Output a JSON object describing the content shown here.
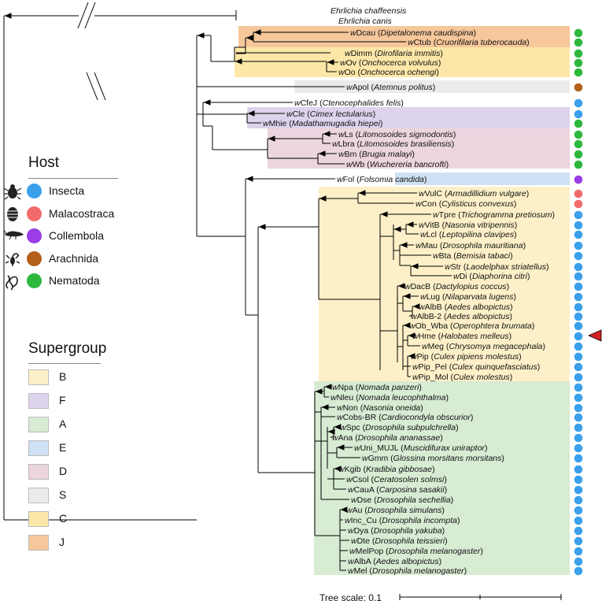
{
  "host_legend": {
    "title": "Host",
    "items": [
      {
        "label": "Insecta",
        "color": "#3aa0ec",
        "icon": "beetle-icon"
      },
      {
        "label": "Malacostraca",
        "color": "#f26b6b",
        "icon": "isopod-icon"
      },
      {
        "label": "Collembola",
        "color": "#9a3de6",
        "icon": "springtail-icon"
      },
      {
        "label": "Arachnida",
        "color": "#b45f1a",
        "icon": "scorpion-icon"
      },
      {
        "label": "Nematoda",
        "color": "#2db83d",
        "icon": "worm-icon"
      }
    ]
  },
  "supergroup_legend": {
    "title": "Supergroup",
    "items": [
      {
        "label": "B",
        "color": "#fdf0c8"
      },
      {
        "label": "F",
        "color": "#ddd3ec"
      },
      {
        "label": "A",
        "color": "#d8ebd3"
      },
      {
        "label": "E",
        "color": "#cfe1f4"
      },
      {
        "label": "D",
        "color": "#ecd5de"
      },
      {
        "label": "S",
        "color": "#ebebeb"
      },
      {
        "label": "C",
        "color": "#fce7a8"
      },
      {
        "label": "J",
        "color": "#f6c79a"
      }
    ]
  },
  "tree_scale": {
    "label": "Tree scale: 0.1"
  },
  "taxa": [
    {
      "code": "",
      "species": "Ehrlichia chaffeensis",
      "supergroup": "",
      "host": ""
    },
    {
      "code": "",
      "species": "Ehrlichia canis",
      "supergroup": "",
      "host": ""
    },
    {
      "code": "wDcau",
      "species": "Dipetalonema caudispina",
      "supergroup": "J",
      "host": "Nematoda"
    },
    {
      "code": "wCtub",
      "species": "Cruorifilaria tuberocauda",
      "supergroup": "J",
      "host": "Nematoda"
    },
    {
      "code": "wDimm",
      "species": "Dirofilaria immitis",
      "supergroup": "C",
      "host": "Nematoda"
    },
    {
      "code": "wOv",
      "species": "Onchocerca volvulus",
      "supergroup": "C",
      "host": "Nematoda"
    },
    {
      "code": "wOo",
      "species": "Onchocerca ochengi",
      "supergroup": "C",
      "host": "Nematoda"
    },
    {
      "code": "wApol",
      "species": "Atemnus politus",
      "supergroup": "S",
      "host": "Arachnida"
    },
    {
      "code": "wCfeJ",
      "species": "Ctenocephalides felis",
      "supergroup": "",
      "host": "Insecta"
    },
    {
      "code": "wCle",
      "species": "Cimex lectularius",
      "supergroup": "F",
      "host": "Insecta"
    },
    {
      "code": "wMhie",
      "species": "Madathamugadia hiepei",
      "supergroup": "F",
      "host": "Nematoda"
    },
    {
      "code": "wLs",
      "species": "Litomosoides sigmodontis",
      "supergroup": "D",
      "host": "Nematoda"
    },
    {
      "code": "wLbra",
      "species": "Litomosoides brasiliensis",
      "supergroup": "D",
      "host": "Nematoda"
    },
    {
      "code": "wBm",
      "species": "Brugia malayi",
      "supergroup": "D",
      "host": "Nematoda"
    },
    {
      "code": "wWb",
      "species": "Wuchereria bancrofti",
      "supergroup": "D",
      "host": "Nematoda"
    },
    {
      "code": "wFol",
      "species": "Folsomia candida",
      "supergroup": "E",
      "host": "Collembola"
    },
    {
      "code": "wVulC",
      "species": "Armadillidium vulgare",
      "supergroup": "B",
      "host": "Malacostraca"
    },
    {
      "code": "wCon",
      "species": "Cylisticus convexus",
      "supergroup": "B",
      "host": "Malacostraca"
    },
    {
      "code": "wTpre",
      "species": "Trichogramma pretiosum",
      "supergroup": "B",
      "host": "Insecta"
    },
    {
      "code": "wVitB",
      "species": "Nasonia vitripennis",
      "supergroup": "B",
      "host": "Insecta"
    },
    {
      "code": "wLcl",
      "species": "Leptopilina clavipes",
      "supergroup": "B",
      "host": "Insecta"
    },
    {
      "code": "wMau",
      "species": "Drosophila mauritiana",
      "supergroup": "B",
      "host": "Insecta"
    },
    {
      "code": "wBta",
      "species": "Bemisia tabaci",
      "supergroup": "B",
      "host": "Insecta"
    },
    {
      "code": "wStr",
      "species": "Laodelphax striatellus",
      "supergroup": "B",
      "host": "Insecta"
    },
    {
      "code": "wDi",
      "species": "Diaphorina citri",
      "supergroup": "B",
      "host": "Insecta"
    },
    {
      "code": "wDacB",
      "species": "Dactylopius coccus",
      "supergroup": "B",
      "host": "Insecta"
    },
    {
      "code": "wLug",
      "species": "Nilaparvata lugens",
      "supergroup": "B",
      "host": "Insecta"
    },
    {
      "code": "wAlbB",
      "species": "Aedes albopictus",
      "supergroup": "B",
      "host": "Insecta"
    },
    {
      "code": "wAlbB-2",
      "species": "Aedes albopictus",
      "supergroup": "B",
      "host": "Insecta"
    },
    {
      "code": "wOb_Wba",
      "species": "Operophtera brumata",
      "supergroup": "B",
      "host": "Insecta"
    },
    {
      "code": "wHme",
      "species": "Halobates melleus",
      "supergroup": "B",
      "host": "Insecta",
      "highlighted": true
    },
    {
      "code": "wMeg",
      "species": "Chrysomya megacephala",
      "supergroup": "B",
      "host": "Insecta"
    },
    {
      "code": "wPip",
      "species": "Culex pipiens molestus",
      "supergroup": "B",
      "host": "Insecta"
    },
    {
      "code": "wPip_Pel",
      "species": "Culex quinquefasciatus",
      "supergroup": "B",
      "host": "Insecta"
    },
    {
      "code": "wPip_Mol",
      "species": "Culex molestus",
      "supergroup": "B",
      "host": "Insecta"
    },
    {
      "code": "wNpa",
      "species": "Nomada panzeri",
      "supergroup": "A",
      "host": "Insecta"
    },
    {
      "code": "wNleu",
      "species": "Nomada leucophthalma",
      "supergroup": "A",
      "host": "Insecta"
    },
    {
      "code": "wNon",
      "species": "Nasonia oneida",
      "supergroup": "A",
      "host": "Insecta"
    },
    {
      "code": "wCobs-BR",
      "species": "Cardiocondyla obscurior",
      "supergroup": "A",
      "host": "Insecta"
    },
    {
      "code": "wSpc",
      "species": "Drosophila subpulchrella",
      "supergroup": "A",
      "host": "Insecta"
    },
    {
      "code": "wAna",
      "species": "Drosophila ananassae",
      "supergroup": "A",
      "host": "Insecta"
    },
    {
      "code": "wUni_MUJL",
      "species": "Muscidifurax uniraptor",
      "supergroup": "A",
      "host": "Insecta"
    },
    {
      "code": "wGmm",
      "species": "Glossina morsitans morsitans",
      "supergroup": "A",
      "host": "Insecta"
    },
    {
      "code": "wKgib",
      "species": "Kradibia gibbosae",
      "supergroup": "A",
      "host": "Insecta"
    },
    {
      "code": "wCsol",
      "species": "Ceratosolen solmsi",
      "supergroup": "A",
      "host": "Insecta"
    },
    {
      "code": "wCauA",
      "species": "Carposina sasakii",
      "supergroup": "A",
      "host": "Insecta"
    },
    {
      "code": "wDse",
      "species": "Drosophila sechellia",
      "supergroup": "A",
      "host": "Insecta"
    },
    {
      "code": "wAu",
      "species": "Drosophila simulans",
      "supergroup": "A",
      "host": "Insecta"
    },
    {
      "code": "wInc_Cu",
      "species": "Drosophila incompta",
      "supergroup": "A",
      "host": "Insecta"
    },
    {
      "code": "wDya",
      "species": "Drosophila yakuba",
      "supergroup": "A",
      "host": "Insecta"
    },
    {
      "code": "wDte",
      "species": "Drosophila teissieri",
      "supergroup": "A",
      "host": "Insecta"
    },
    {
      "code": "wMelPop",
      "species": "Drosophila melanogaster",
      "supergroup": "A",
      "host": "Insecta"
    },
    {
      "code": "wAlbA",
      "species": "Aedes albopictus",
      "supergroup": "A",
      "host": "Insecta"
    },
    {
      "code": "wMel",
      "species": "Drosophila melanogaster",
      "supergroup": "A",
      "host": "Insecta"
    }
  ]
}
